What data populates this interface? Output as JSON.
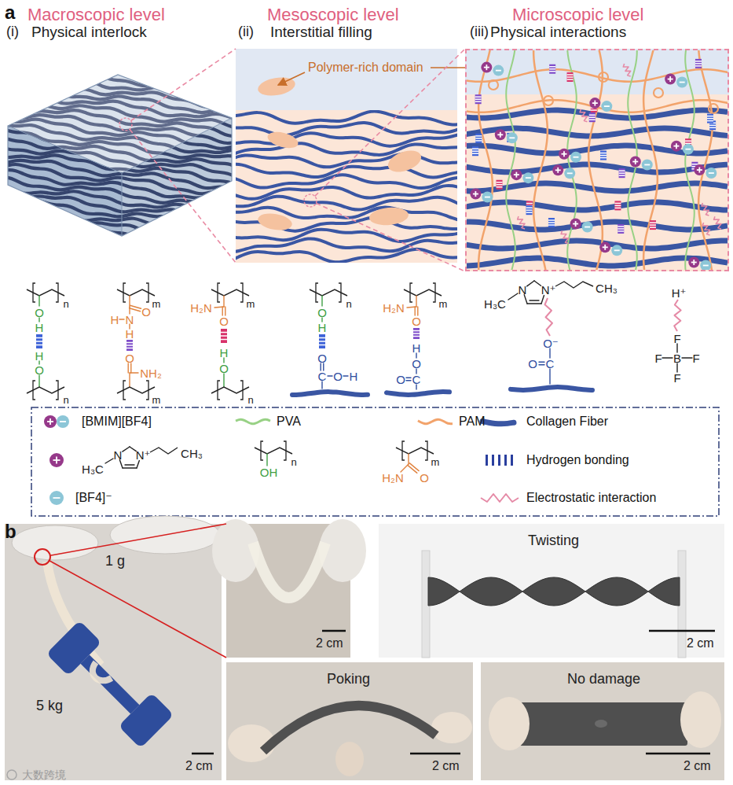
{
  "diagram": {
    "nodes": [
      {
        "text": [
          "Macroscopic level",
          "(i)",
          "Physical interlock"
        ]
      },
      {
        "text": [
          "Mesoscopic level",
          "(ii)",
          "Interstitial filling"
        ]
      },
      {
        "text": [
          "Microscopic level",
          "(iii)",
          "Physical interactions"
        ]
      },
      {
        "text": [
          "1 g",
          "5 kg",
          "2 cm"
        ]
      },
      {
        "text": [
          "2 cm"
        ]
      },
      {
        "text": [
          "Twisting",
          "2 cm"
        ]
      },
      {
        "text": [
          "Poking",
          "2 cm"
        ]
      },
      {
        "text": [
          "No damage",
          "2 cm"
        ]
      }
    ],
    "edges": [
      {
        "from": 0,
        "to": 1,
        "arrow": "none"
      },
      {
        "from": 1,
        "to": 2,
        "arrow": "none"
      },
      {
        "from": 3,
        "to": 4,
        "arrow": "none"
      }
    ],
    "labels": [
      "a",
      "Polymer-rich domain",
      "n",
      "O",
      "H",
      "H",
      "O",
      "n",
      "m",
      "O",
      "H",
      "N",
      "H",
      "O",
      "NH₂",
      "m",
      "m",
      "H₂N",
      "O",
      "H",
      "O",
      "n",
      "n",
      "O",
      "H",
      "O",
      "C",
      "O",
      "H",
      "m",
      "H₂N",
      "O",
      "H",
      "O",
      "O",
      "C",
      "H₃C",
      "N",
      "N⁺",
      "CH₃",
      "O⁻",
      "O",
      "C",
      "H⁺",
      "F",
      "F",
      "B",
      "F",
      "F",
      "H₃C",
      "N",
      "N⁺",
      "CH₃",
      "n",
      "OH",
      "m",
      "H₂N",
      "O",
      "b",
      "大数跨境"
    ],
    "legend": [
      {
        "text": "[BMIM][BF4]"
      },
      {
        "text": "PVA"
      },
      {
        "text": "PAM"
      },
      {
        "text": "Collagen Fiber"
      },
      {
        "text": "Hydrogen bonding"
      },
      {
        "text": "[BF4]⁻"
      },
      {
        "text": "Electrostatic interaction"
      }
    ]
  }
}
